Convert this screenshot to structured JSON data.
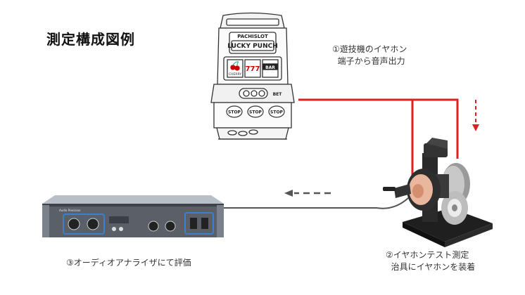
{
  "title": "測定構成図例",
  "notes": {
    "step1": "①遊技機のイヤホン\n  端子から音声出力",
    "step2": "②イヤホンテスト測定\n  治具にイヤホンを装着",
    "step3": "③オーディオアナライザにて評価"
  },
  "slot_machine": {
    "brand": "PACHISLOT",
    "name": "LUCKY PUNCH",
    "reels": [
      "CHERRY",
      "777",
      "BAR"
    ],
    "bet_label": "BET",
    "stop_buttons": [
      "STOP",
      "STOP",
      "STOP"
    ]
  },
  "analyzer": {
    "brand": "Audio Precision"
  },
  "colors": {
    "signal_line": "#e02020",
    "cable": "#555555",
    "arrow_dashed": "#555555"
  }
}
